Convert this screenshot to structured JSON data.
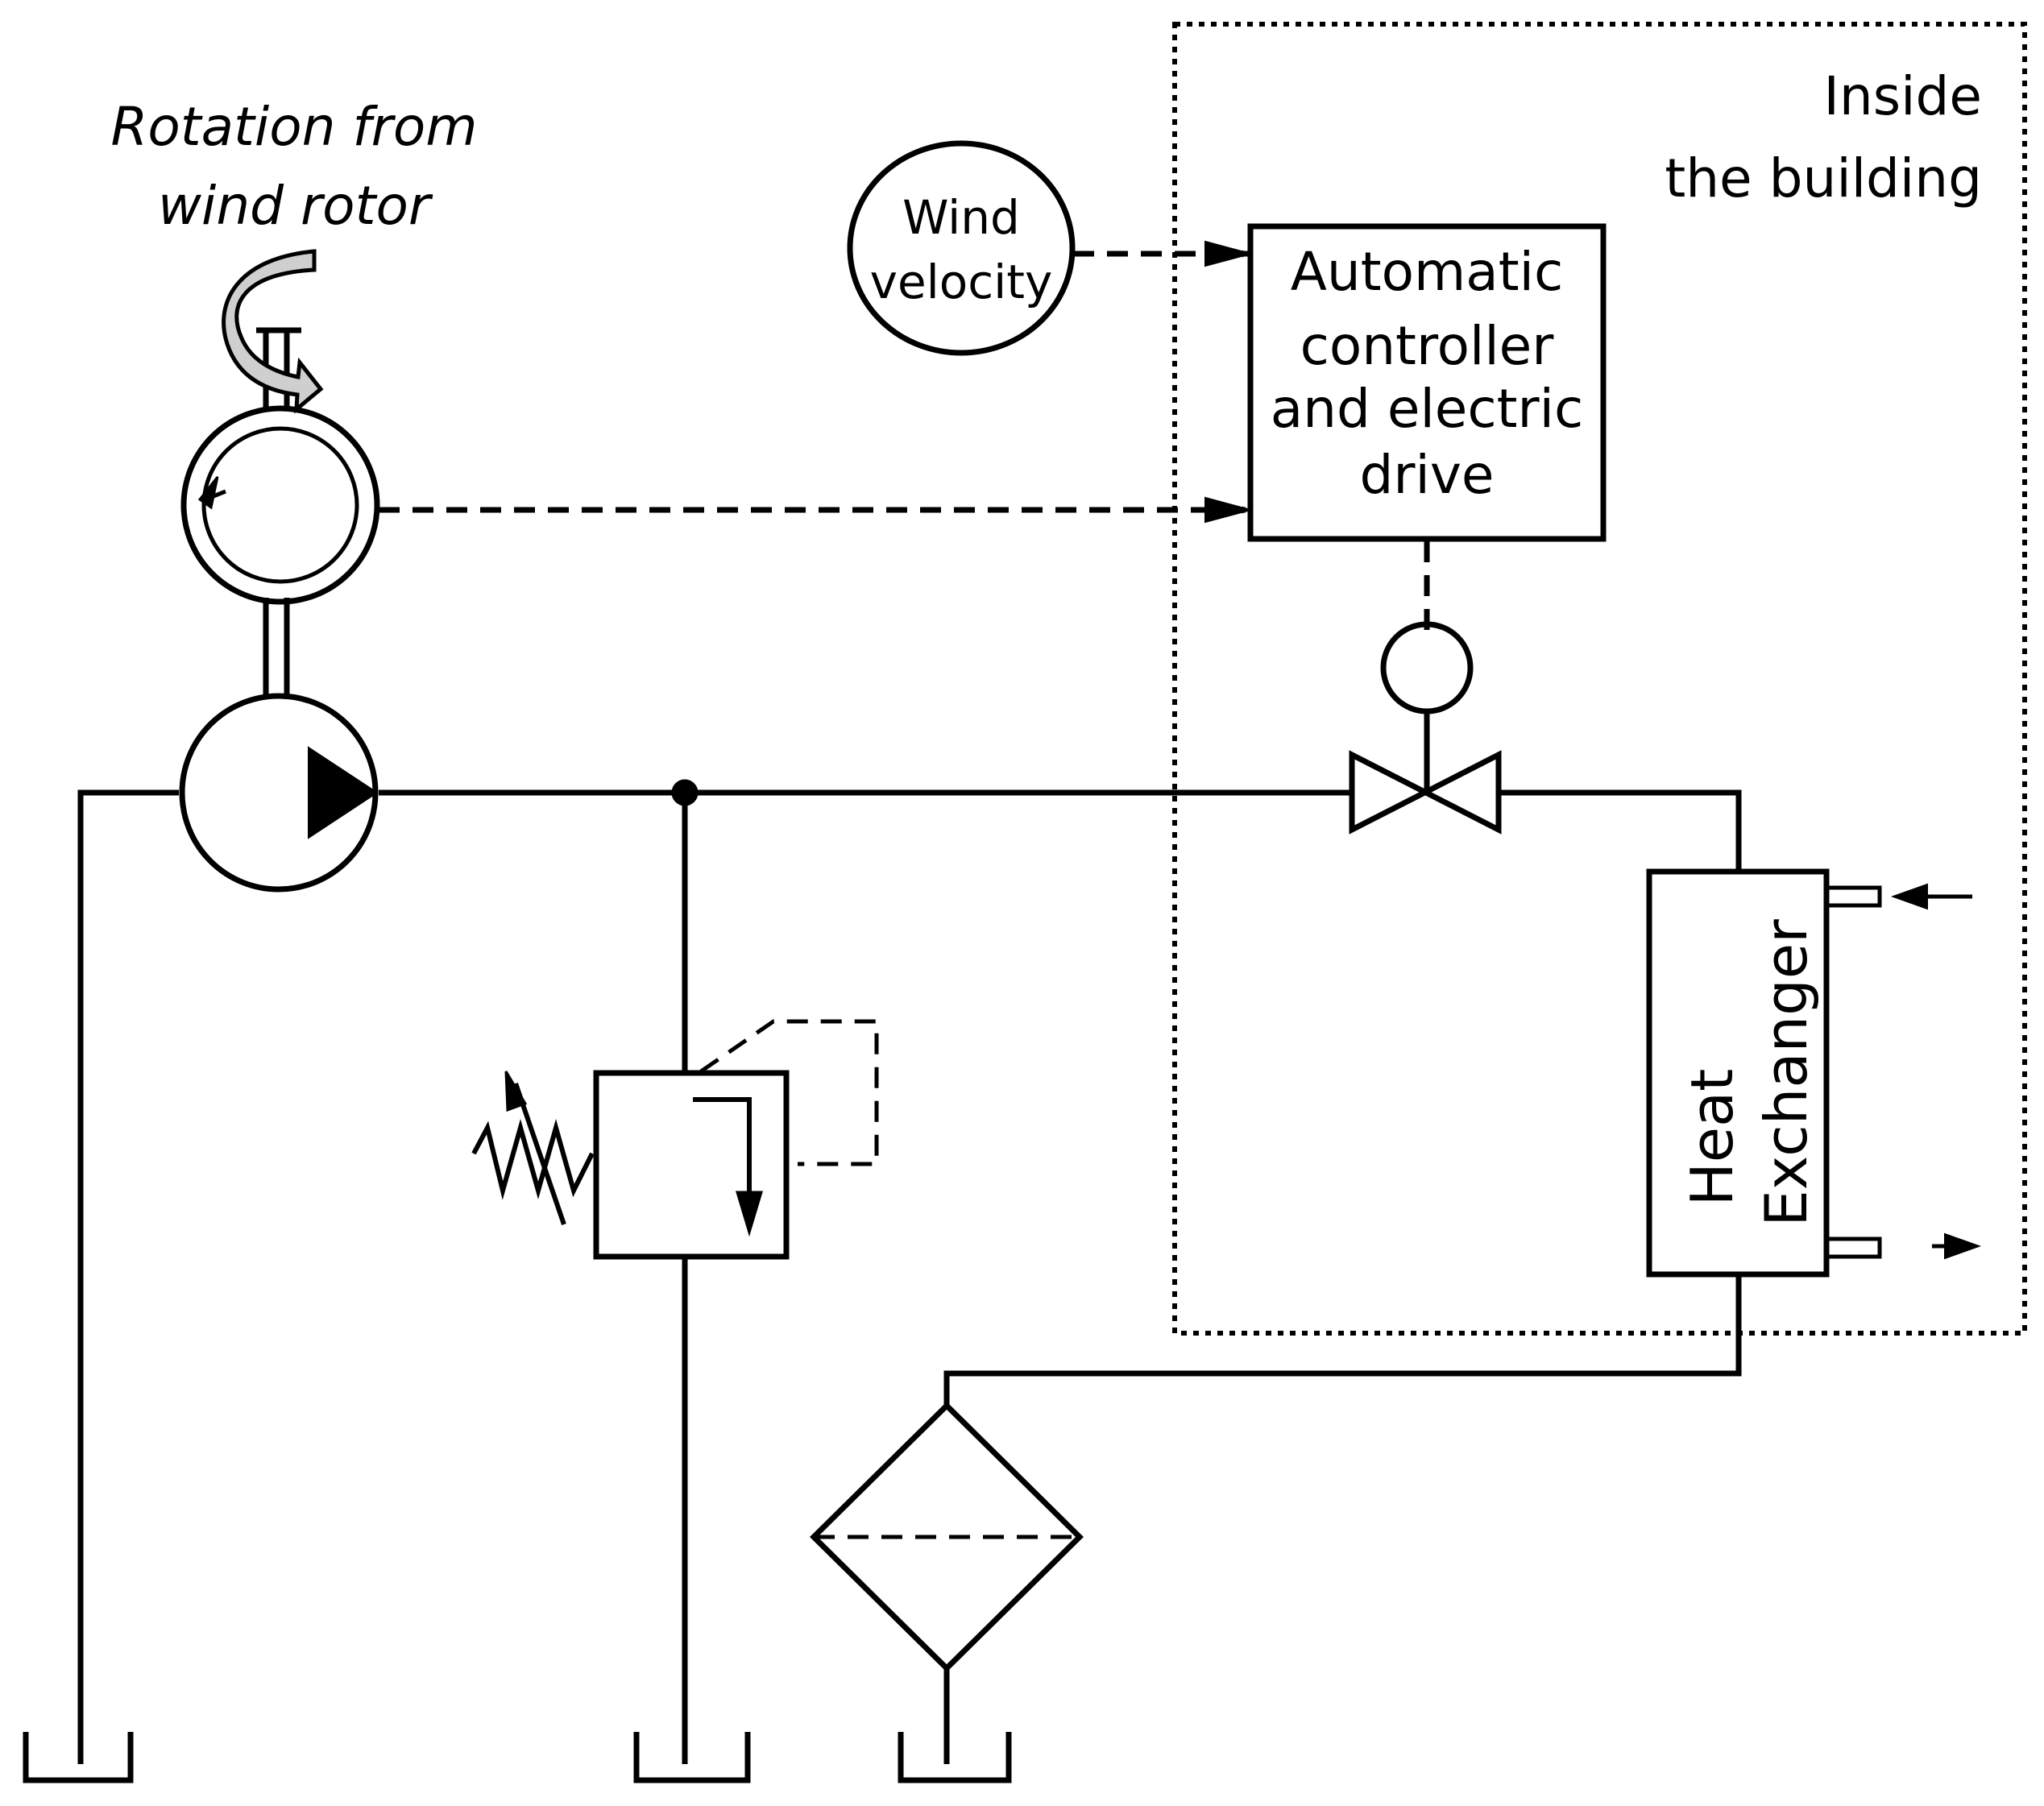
{
  "labels": {
    "rotation_line1": "Rotation from",
    "rotation_line2": "wind rotor",
    "wind_line1": "Wind",
    "wind_line2": "velocity",
    "controller_line1": "Automatic",
    "controller_line2": "controller",
    "controller_line3": "and electric",
    "controller_line4": "drive",
    "inside_line1": "Inside",
    "inside_line2": "the building",
    "hx_line1": "Heat",
    "hx_line2": "Exchanger"
  },
  "colors": {
    "line": "#000000",
    "background": "#ffffff",
    "rotation_arrow_fill": "#cfcfcf"
  },
  "icons": [
    "rotation-arrow-icon",
    "hydraulic-motor-icon",
    "hydraulic-pump-icon",
    "relief-valve-icon",
    "spring-icon",
    "control-valve-icon",
    "valve-actuator-icon",
    "filter-icon",
    "tank-icon"
  ]
}
